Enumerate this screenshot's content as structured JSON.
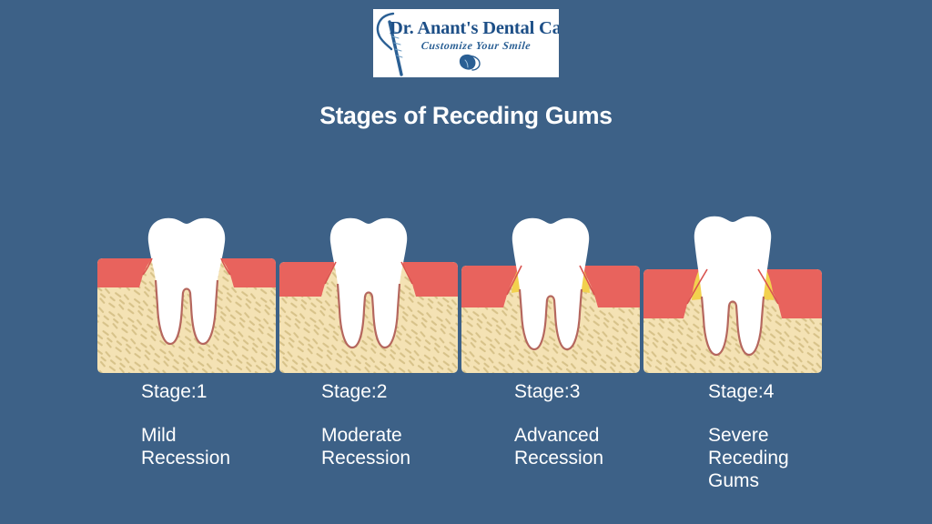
{
  "background_color": "#3d6187",
  "logo": {
    "brand_name": "Dr. Anant's Dental Care",
    "tagline": "Customize Your Smile",
    "mirror_icon_name": "dental-mirror-icon",
    "mark_icon_name": "blue-tooth-leaf-icon",
    "text_color": "#1d4f87",
    "box_color": "#ffffff"
  },
  "header": {
    "title": "Stages of Receding Gums",
    "title_color": "#ffffff"
  },
  "colors": {
    "enamel": "#ffffff",
    "gum": "#e8635d",
    "gum_shadow": "#d9534f",
    "bone": "#f4e2b4",
    "bone_speckle": "#d7c289",
    "root_outline": "#b5675e",
    "plaque": "#f2d14e"
  },
  "stages": [
    {
      "number": "Stage:1",
      "description": "Mild\nRecession",
      "desc_line_1": "Mild",
      "desc_line_2": "Recession",
      "desc_line_3": "",
      "gum_level": 0,
      "plaque": false,
      "figure_name": "tooth-diagram-stage-1"
    },
    {
      "number": "Stage:2",
      "description": "Moderate\nRecession",
      "desc_line_1": "Moderate",
      "desc_line_2": "Recession",
      "desc_line_3": "",
      "gum_level": 1,
      "plaque": false,
      "figure_name": "tooth-diagram-stage-2"
    },
    {
      "number": "Stage:3",
      "description": "Advanced\nRecession",
      "desc_line_1": "Advanced",
      "desc_line_2": "Recession",
      "desc_line_3": "",
      "gum_level": 2,
      "plaque": true,
      "figure_name": "tooth-diagram-stage-3"
    },
    {
      "number": "Stage:4",
      "description": "Severe\nReceding\nGums",
      "desc_line_1": "Severe",
      "desc_line_2": "Receding",
      "desc_line_3": "Gums",
      "figure_name": "tooth-diagram-stage-4",
      "gum_level": 3,
      "plaque": true
    }
  ]
}
